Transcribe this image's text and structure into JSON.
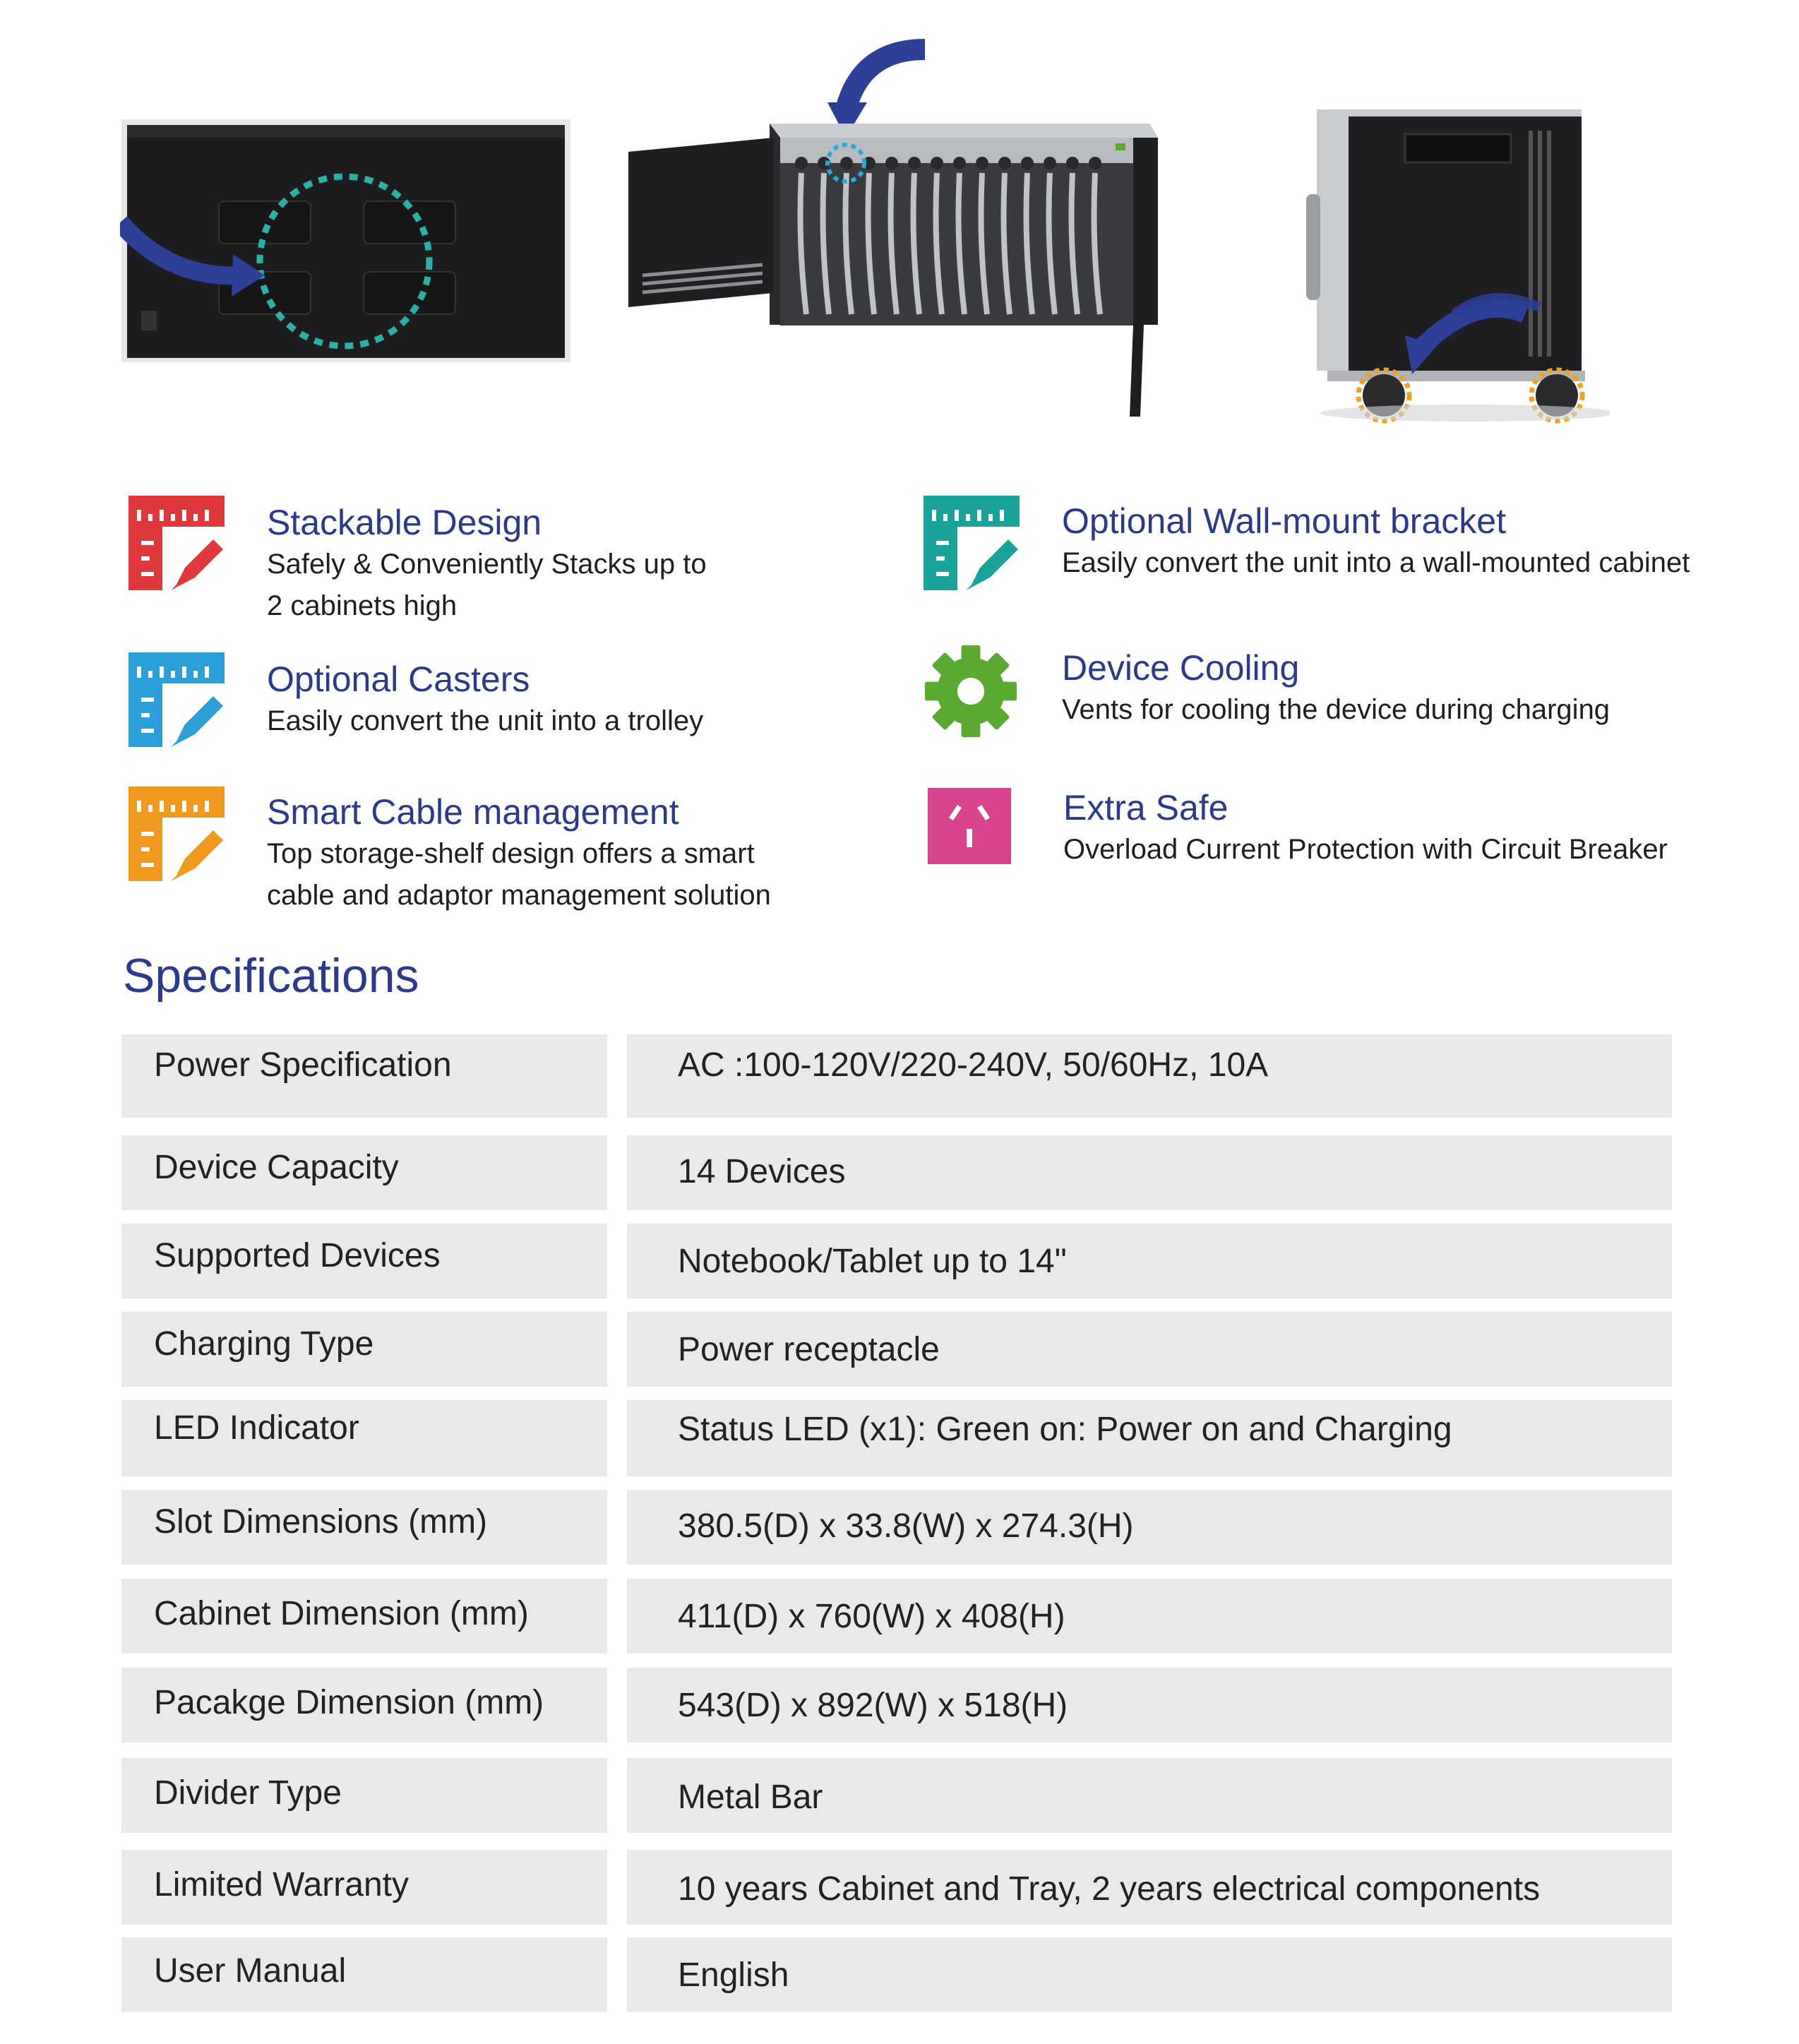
{
  "images": [
    {
      "name": "cabinet-back-view"
    },
    {
      "name": "cabinet-open-front-view"
    },
    {
      "name": "cabinet-side-with-casters"
    }
  ],
  "features": [
    {
      "id": "stackable",
      "icon": "ruler-pencil-icon",
      "color": "#e0393b",
      "title": "Stackable Design",
      "lines": [
        "Safely & Conveniently Stacks up to",
        "2 cabinets high"
      ]
    },
    {
      "id": "wall-mount",
      "icon": "ruler-pencil-icon",
      "color": "#1aa39a",
      "title": "Optional Wall-mount bracket",
      "lines": [
        "Easily convert the unit into a wall-mounted cabinet"
      ]
    },
    {
      "id": "casters",
      "icon": "ruler-pencil-icon",
      "color": "#2a9fd8",
      "title": "Optional Casters",
      "lines": [
        "Easily convert the unit into a trolley"
      ]
    },
    {
      "id": "cooling",
      "icon": "gear-icon",
      "color": "#5aaa32",
      "title": "Device Cooling",
      "lines": [
        "Vents for cooling the device during charging"
      ]
    },
    {
      "id": "cable",
      "icon": "ruler-pencil-icon",
      "color": "#ef9a1e",
      "title": "Smart Cable management",
      "lines": [
        "Top storage-shelf design offers a smart",
        "cable and adaptor management solution"
      ]
    },
    {
      "id": "safe",
      "icon": "power-outlet-icon",
      "color": "#d8458e",
      "title": "Extra Safe",
      "lines": [
        "Overload Current Protection with Circuit Breaker"
      ]
    }
  ],
  "specifications": {
    "heading": "Specifications",
    "rows": [
      {
        "label": "Power Specification",
        "value": "AC :100-120V/220-240V, 50/60Hz, 10A"
      },
      {
        "label": "Device Capacity",
        "value": "14 Devices"
      },
      {
        "label": "Supported Devices",
        "value": "Notebook/Tablet up to 14\""
      },
      {
        "label": "Charging Type",
        "value": "Power receptacle"
      },
      {
        "label": "LED Indicator",
        "value": "Status LED (x1): Green on: Power on and Charging"
      },
      {
        "label": "Slot Dimensions (mm)",
        "value": "380.5(D) x 33.8(W) x 274.3(H)"
      },
      {
        "label": "Cabinet Dimension (mm)",
        "value": "411(D) x 760(W) x 408(H)"
      },
      {
        "label": "Pacakge Dimension (mm)",
        "value": "543(D) x 892(W) x 518(H)"
      },
      {
        "label": "Divider Type",
        "value": "Metal Bar"
      },
      {
        "label": "Limited Warranty",
        "value": "10 years Cabinet and Tray, 2 years electrical components"
      },
      {
        "label": "User Manual",
        "value": "English"
      }
    ]
  }
}
